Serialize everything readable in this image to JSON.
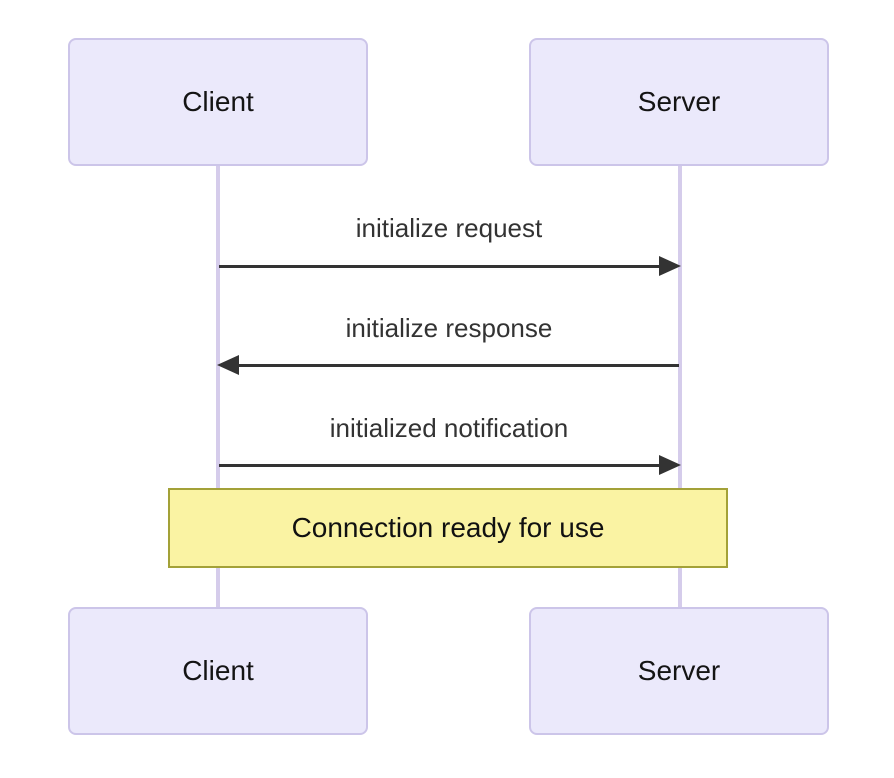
{
  "diagram": {
    "type": "sequence-diagram",
    "actors": [
      {
        "id": "client",
        "label": "Client"
      },
      {
        "id": "server",
        "label": "Server"
      }
    ],
    "messages": [
      {
        "from": "client",
        "to": "server",
        "direction": "right",
        "label": "initialize request"
      },
      {
        "from": "server",
        "to": "client",
        "direction": "left",
        "label": "initialize response"
      },
      {
        "from": "client",
        "to": "server",
        "direction": "right",
        "label": "initialized notification"
      }
    ],
    "note": {
      "over": [
        "client",
        "server"
      ],
      "label": "Connection ready for use"
    }
  },
  "colors": {
    "background": "#FFFFFF",
    "actor_fill": "#EBE9FB",
    "actor_border": "#CCC5E9",
    "lifeline": "#D5CCEB",
    "note_fill": "#FAF3A3",
    "note_border": "#A3A138",
    "arrow": "#333333",
    "message_text": "#333333",
    "actor_text": "#141414"
  }
}
